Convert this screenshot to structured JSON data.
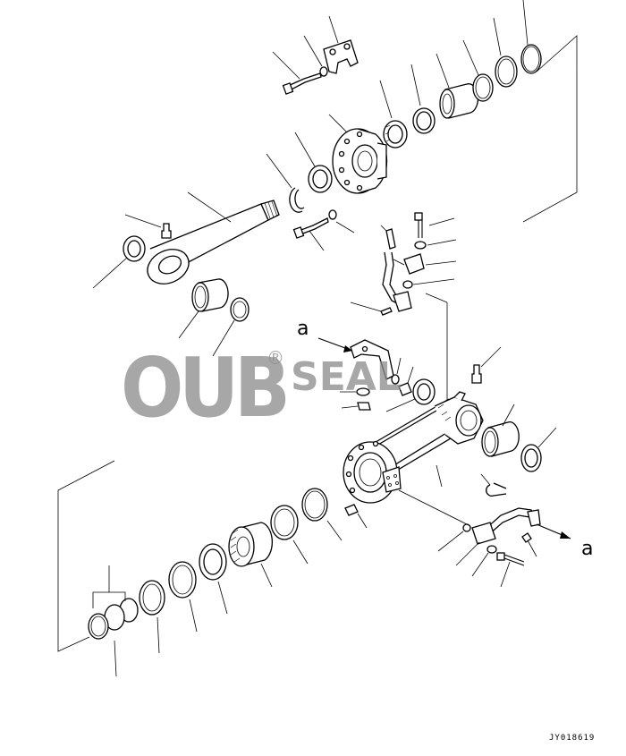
{
  "watermark": {
    "brand": "OUB",
    "registered_mark": "®",
    "suffix": "SEAL"
  },
  "callouts": {
    "top_arrow_label": "a",
    "right_arrow_label": "a"
  },
  "drawing_id": "JY018619"
}
